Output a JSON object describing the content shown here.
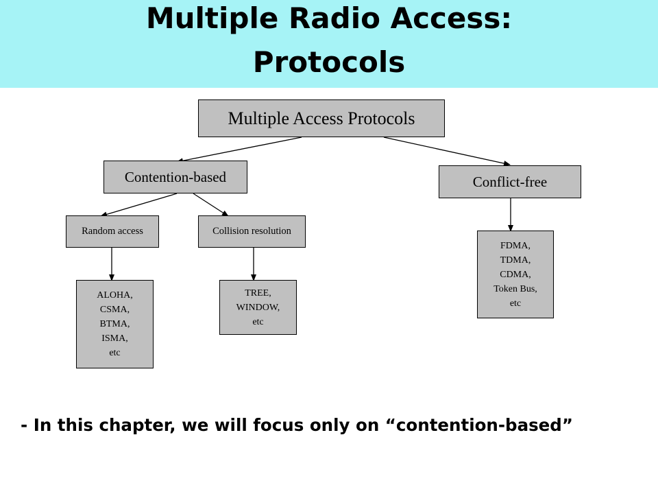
{
  "slide": {
    "title_line1": "Multiple Radio Access:",
    "title_line2": "Protocols",
    "header_color": "#a6f3f6",
    "box_color": "#c0c0c0"
  },
  "diagram": {
    "root": "Multiple Access Protocols",
    "contention": "Contention-based",
    "conflict_free": "Conflict-free",
    "random_access": "Random access",
    "collision_resolution": "Collision resolution",
    "random_access_examples": "ALOHA,\nCSMA,\nBTMA,\nISMA,\netc",
    "collision_examples": "TREE,\nWINDOW,\netc",
    "conflict_free_examples": "FDMA,\nTDMA,\nCDMA,\nToken Bus,\netc"
  },
  "footnote": "- In this chapter, we will focus only on “contention-based”"
}
